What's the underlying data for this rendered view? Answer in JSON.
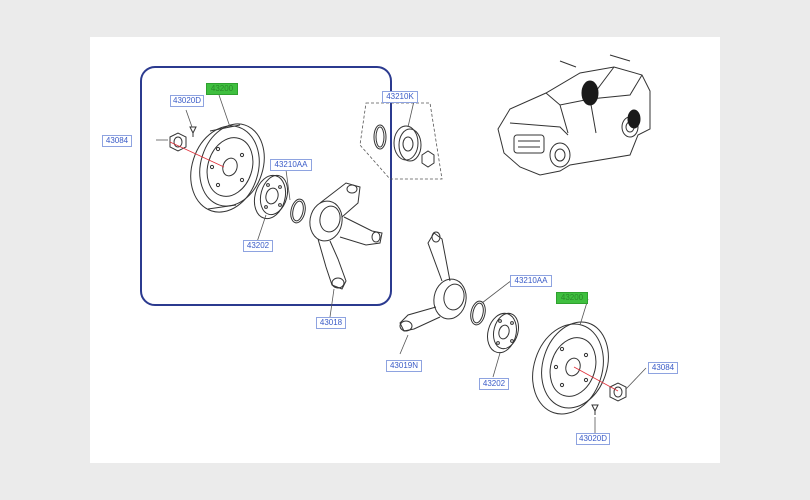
{
  "colors": {
    "page_bg": "#ebebeb",
    "sheet_bg": "#ffffff",
    "frame": "#2b3a8f",
    "label_text": "#3a5bc7",
    "label_border": "#8ea3e0",
    "highlight": "#3fbf3f",
    "leader_red": "#e0303a",
    "part_line": "#333333"
  },
  "labels": {
    "drum_top": "43200",
    "bolt_top": "43020D",
    "nut_top": "43084",
    "bearing_kit": "43210K",
    "ring_top": "43210AA",
    "hub_top": "43202",
    "knuckle_top": "43018",
    "ring_bottom": "43210AA",
    "drum_bottom": "43200",
    "knuckle_bottom": "43019N",
    "hub_bottom": "43202",
    "nut_bottom": "43084",
    "bolt_bottom": "43020D"
  },
  "icons": {
    "vehicle": "suv-vehicle-icon"
  }
}
